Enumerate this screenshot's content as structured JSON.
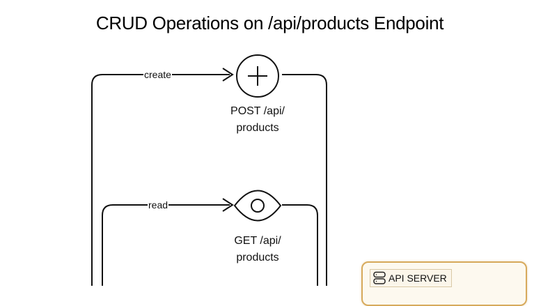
{
  "title": "CRUD Operations on /api/products Endpoint",
  "nodes": {
    "create": {
      "icon": "plus-icon",
      "label_line1": "POST /api/",
      "label_line2": "products"
    },
    "read": {
      "icon": "eye-icon",
      "label_line1": "GET /api/",
      "label_line2": "products"
    }
  },
  "edges": {
    "create": "create",
    "read": "read"
  },
  "server": {
    "icon": "server-icon",
    "label": "API SERVER"
  },
  "colors": {
    "stroke": "#111111",
    "server_border": "#d7aa5c",
    "server_fill": "#fdf9ef"
  }
}
